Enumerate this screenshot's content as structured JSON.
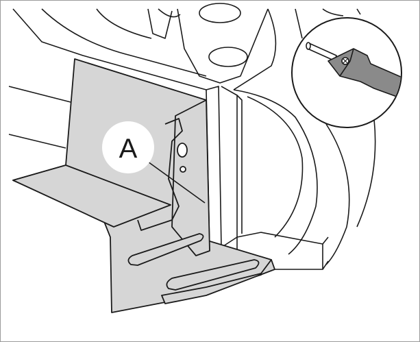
{
  "callouts": [
    {
      "id": "A",
      "label": "A"
    }
  ],
  "colors": {
    "highlight_fill": "#d6d6d6",
    "inset_part_fill": "#8a8a8a",
    "line": "#1a1a1a",
    "background": "#ffffff"
  },
  "icons": [
    "magnified-detail-inset"
  ]
}
